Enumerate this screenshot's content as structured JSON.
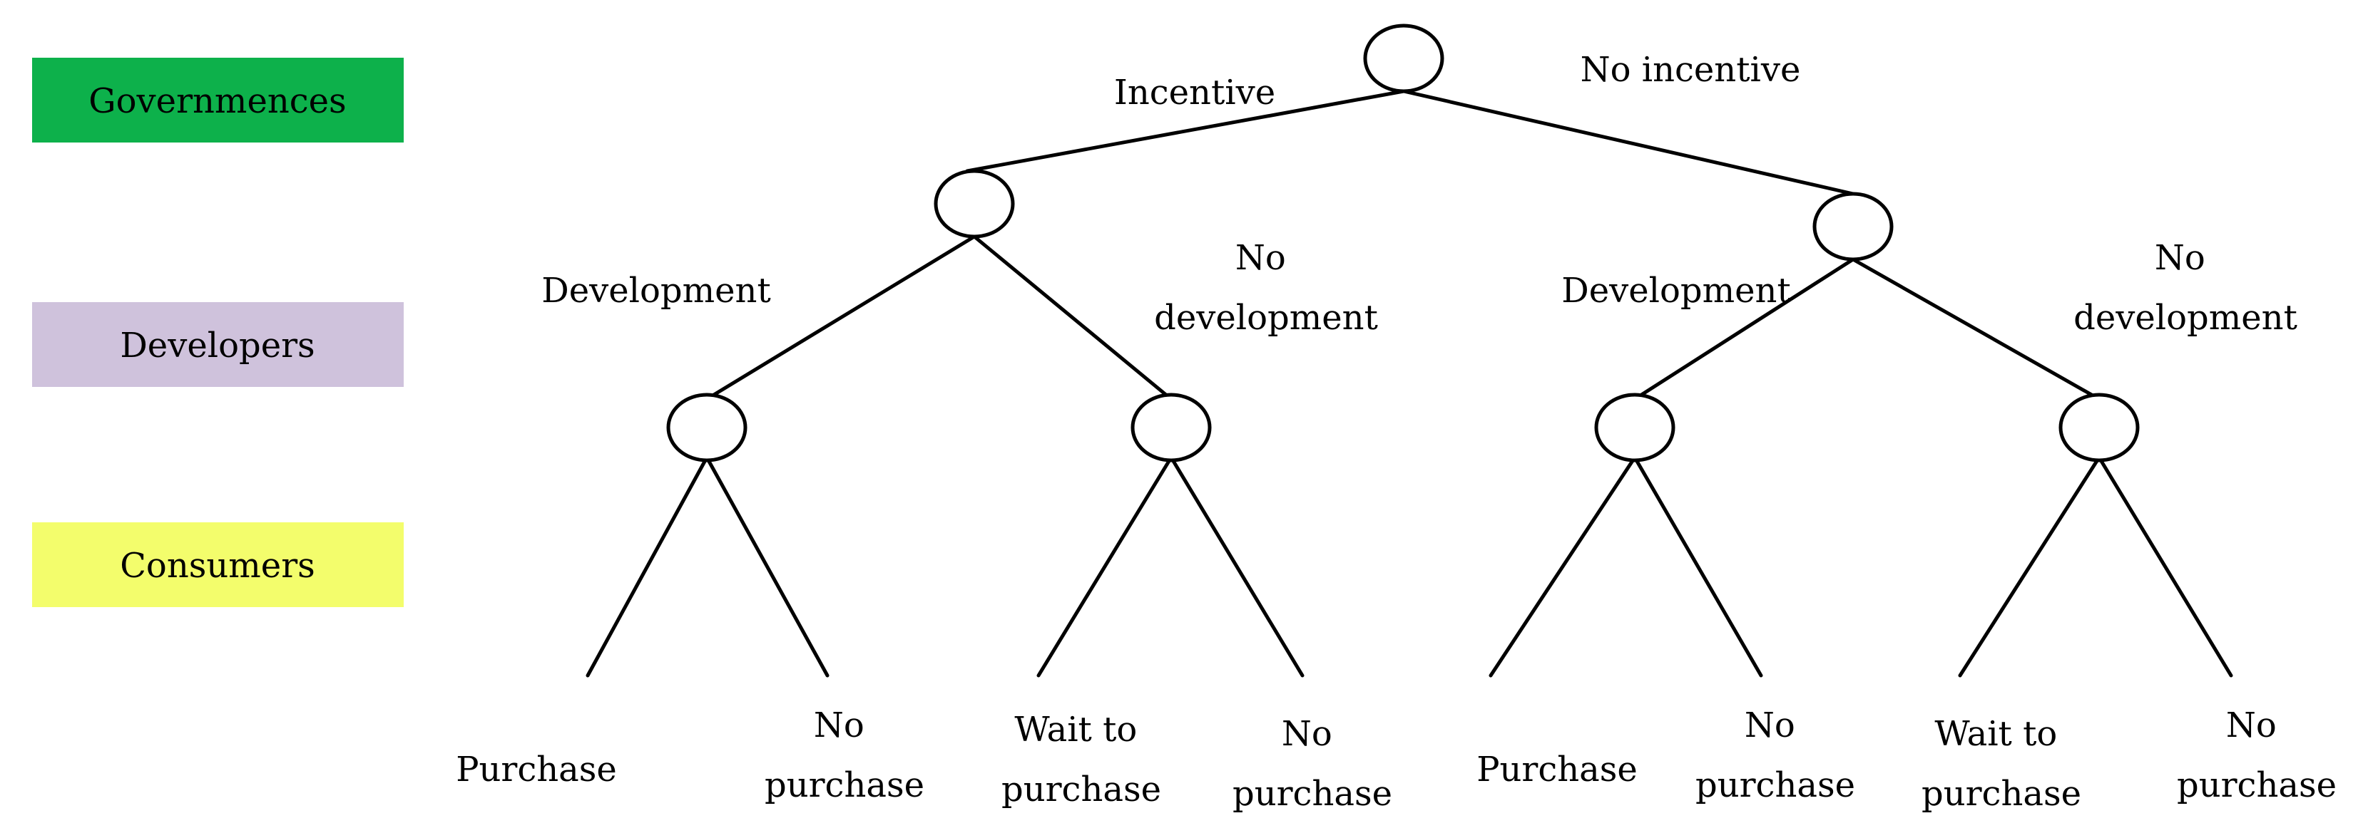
{
  "legend": [
    {
      "label": "Governmences",
      "color": "#0db14b"
    },
    {
      "label": "Developers",
      "color": "#cfc2dc"
    },
    {
      "label": "Consumers",
      "color": "#f3fd6c"
    }
  ],
  "tree": {
    "government": {
      "left": "Incentive",
      "right": "No incentive"
    },
    "developers_incentive": {
      "left": "Development",
      "right": [
        "No",
        "development"
      ]
    },
    "developers_no_incentive": {
      "left": "Development",
      "right": [
        "No",
        "development"
      ]
    },
    "consumers": [
      {
        "left": "Purchase",
        "right": [
          "No",
          "purchase"
        ]
      },
      {
        "left": [
          "Wait to",
          "purchase"
        ],
        "right": [
          "No",
          "purchase"
        ]
      },
      {
        "left": "Purchase",
        "right": [
          "No",
          "purchase"
        ]
      },
      {
        "left": [
          "Wait to",
          "purchase"
        ],
        "right": [
          "No",
          "purchase"
        ]
      }
    ]
  }
}
